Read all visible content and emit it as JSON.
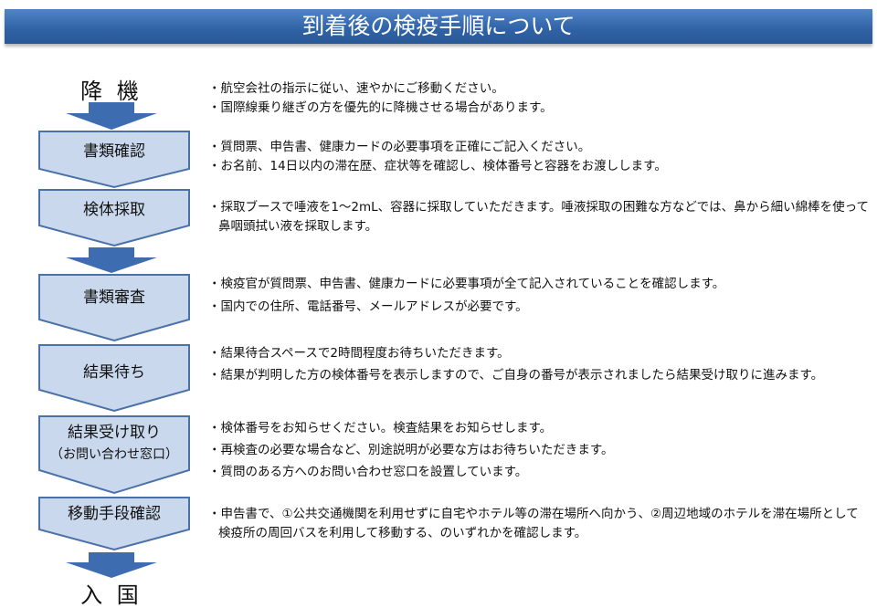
{
  "title": "到着後の検疫手順について",
  "start": "降 機",
  "end": "入 国",
  "colors": {
    "title_bar": "#2f62a5",
    "box_fill": "#c9d8ec",
    "box_border": "#4a72a8",
    "arrow": "#3d6db0"
  },
  "intro_notes": [
    "・航空会社の指示に従い、速やかにご移動ください。",
    "・国際線乗り継ぎの方を優先的に降機させる場合があります。"
  ],
  "steps": [
    {
      "label": "書類確認",
      "notes": [
        "・質問票、申告書、健康カードの必要事項を正確にご記入ください。",
        "・お名前、14日以内の滞在歴、症状等を確認し、検体番号と容器をお渡しします。"
      ]
    },
    {
      "label": "検体採取",
      "notes": [
        "・採取ブースで唾液を1～2mL、容器に採取していただきます。唾液採取の困難な方などでは、鼻から細い綿棒を使って鼻咽頭拭い液を採取します。"
      ]
    },
    {
      "label": "書類審査",
      "notes": [
        "・検疫官が質問票、申告書、健康カードに必要事項が全て記入されていることを確認します。",
        "・国内での住所、電話番号、メールアドレスが必要です。"
      ]
    },
    {
      "label": "結果待ち",
      "notes": [
        "・結果待合スペースで2時間程度お待ちいただきます。",
        "・結果が判明した方の検体番号を表示しますので、ご自身の番号が表示されましたら結果受け取りに進みます。"
      ]
    },
    {
      "label": "結果受け取り",
      "sublabel": "（お問い合わせ窓口）",
      "notes": [
        "・検体番号をお知らせください。検査結果をお知らせします。",
        "・再検査の必要な場合など、別途説明が必要な方はお待ちいただきます。",
        "・質問のある方へのお問い合わせ窓口を設置しています。"
      ]
    },
    {
      "label": "移動手段確認",
      "notes": [
        "・申告書で、①公共交通機関を利用せずに自宅やホテル等の滞在場所へ向かう、②周辺地域のホテルを滞在場所として検疫所の周回バスを利用して移動する、のいずれかを確認します。"
      ]
    }
  ]
}
